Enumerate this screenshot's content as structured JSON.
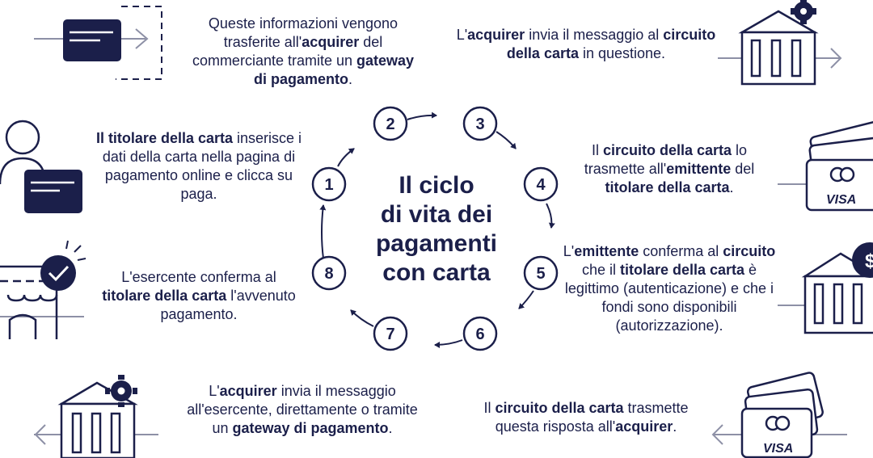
{
  "title_lines": [
    "Il ciclo",
    "di vita dei",
    "pagamenti",
    "con carta"
  ],
  "steps": [
    "1",
    "2",
    "3",
    "4",
    "5",
    "6",
    "7",
    "8"
  ],
  "brand": {
    "navy": "#1b1f4a",
    "gray": "#8d90a6"
  },
  "visa_label": "VISA",
  "currency_symbol": "$",
  "descriptions": {
    "s1": [
      {
        "text": "Il titolare della carta",
        "bold": true
      },
      {
        "text": " inserisce i dati della carta nella pagina di pagamento online e clicca su paga.",
        "bold": false
      }
    ],
    "s2": [
      {
        "text": "Queste informazioni vengono trasferite all'",
        "bold": false
      },
      {
        "text": "acquirer",
        "bold": true
      },
      {
        "text": " del commerciante tramite un ",
        "bold": false
      },
      {
        "text": "gateway di pagamento",
        "bold": true
      },
      {
        "text": ".",
        "bold": false
      }
    ],
    "s3": [
      {
        "text": "L'",
        "bold": false
      },
      {
        "text": "acquirer",
        "bold": true
      },
      {
        "text": " invia il messaggio al ",
        "bold": false
      },
      {
        "text": "circuito della carta",
        "bold": true
      },
      {
        "text": " in questione.",
        "bold": false
      }
    ],
    "s4": [
      {
        "text": "Il ",
        "bold": false
      },
      {
        "text": "circuito della carta",
        "bold": true
      },
      {
        "text": " lo trasmette all'",
        "bold": false
      },
      {
        "text": "emittente",
        "bold": true
      },
      {
        "text": " del ",
        "bold": false
      },
      {
        "text": "titolare della carta",
        "bold": true
      },
      {
        "text": ".",
        "bold": false
      }
    ],
    "s5": [
      {
        "text": "L'",
        "bold": false
      },
      {
        "text": "emittente",
        "bold": true
      },
      {
        "text": " conferma al ",
        "bold": false
      },
      {
        "text": "circuito",
        "bold": true
      },
      {
        "text": " che il ",
        "bold": false
      },
      {
        "text": "titolare della carta",
        "bold": true
      },
      {
        "text": " è legittimo (autenticazione) e che i fondi sono disponibili (autorizzazione).",
        "bold": false
      }
    ],
    "s6": [
      {
        "text": "Il ",
        "bold": false
      },
      {
        "text": "circuito della carta",
        "bold": true
      },
      {
        "text": " trasmette questa risposta all'",
        "bold": false
      },
      {
        "text": "acquirer",
        "bold": true
      },
      {
        "text": ".",
        "bold": false
      }
    ],
    "s7": [
      {
        "text": "L'",
        "bold": false
      },
      {
        "text": "acquirer",
        "bold": true
      },
      {
        "text": " invia il messaggio all'esercente, direttamente o tramite un ",
        "bold": false
      },
      {
        "text": "gateway di pagamento",
        "bold": true
      },
      {
        "text": ".",
        "bold": false
      }
    ],
    "s8": [
      {
        "text": "L'esercente conferma al ",
        "bold": false
      },
      {
        "text": "titolare della carta",
        "bold": true
      },
      {
        "text": " l'avvenuto pagamento.",
        "bold": false
      }
    ]
  }
}
